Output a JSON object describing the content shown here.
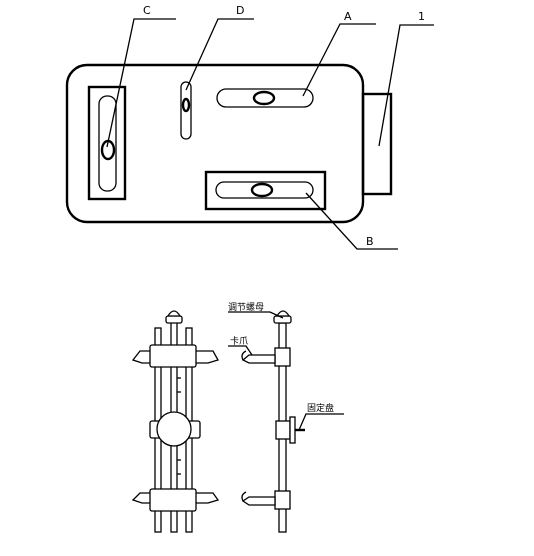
{
  "top_view": {
    "labels": {
      "c": "C",
      "d": "D",
      "a": "A",
      "one": "1",
      "b": "B"
    }
  },
  "bottom_view": {
    "labels": {
      "adjust_nut": "调节螺母",
      "clamp_claw": "卡爪",
      "fixed_plate": "固定盘"
    }
  }
}
